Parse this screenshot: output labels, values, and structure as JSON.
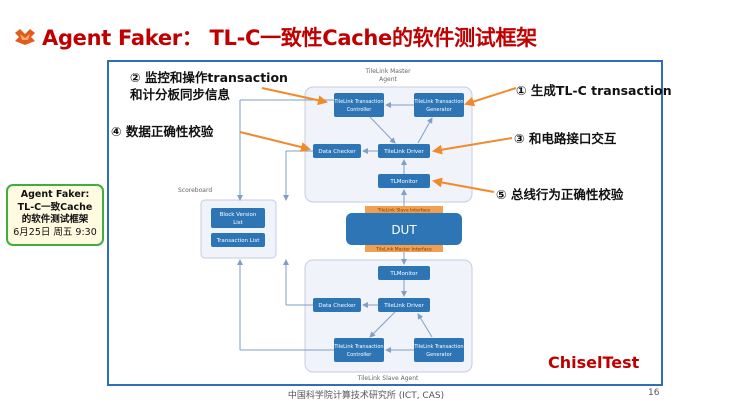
{
  "title": "Agent Faker：  TL-C一致性Cache的软件测试框架",
  "side_note": {
    "line1": "Agent Faker:",
    "line2": "TL-C一致Cache",
    "line3": "的软件测试框架",
    "line4": "6月25日 周五 9:30"
  },
  "callouts": {
    "c2_line1": "② 监控和操作transaction",
    "c2_line2": "和计分板同步信息",
    "c4": "④ 数据正确性校验",
    "c1": "① 生成TL-C transaction",
    "c3": "③ 和电路接口交互",
    "c5": "⑤ 总线行为正确性校验"
  },
  "diagram": {
    "master_agent_line1": "TileLink Master",
    "master_agent_line2": "Agent",
    "slave_agent": "TileLink Slave Agent",
    "scoreboard": "Scoreboard",
    "block_version_line1": "Block Version",
    "block_version_line2": "List",
    "transaction_list": "Transaction List",
    "m_controller_line1": "TileLink Transaction",
    "m_controller_line2": "Controller",
    "m_generator_line1": "TileLink Transaction",
    "m_generator_line2": "Generator",
    "m_data_checker": "Data Checker",
    "m_driver": "TileLink Driver",
    "m_monitor": "TLMonitor",
    "slave_interface": "TileLink Slave Interface",
    "dut": "DUT",
    "master_interface": "TileLink Master Interface",
    "s_monitor": "TLMonitor",
    "s_data_checker": "Data Checker",
    "s_driver": "TileLink Driver",
    "s_controller_line1": "TileLink Transaction",
    "s_controller_line2": "Controller",
    "s_generator_line1": "TileLink Transaction",
    "s_generator_line2": "Generator"
  },
  "chiseltest": "ChiselTest",
  "footer": "中国科学院计算技术研究所 (ICT, CAS)",
  "page_number": "16",
  "colors": {
    "title_red": "#c00000",
    "box_blue": "#2e75b6",
    "arrow_orange": "#f08a2b",
    "interface_orange": "#f0a050",
    "frame_blue": "#2e6fb7"
  }
}
